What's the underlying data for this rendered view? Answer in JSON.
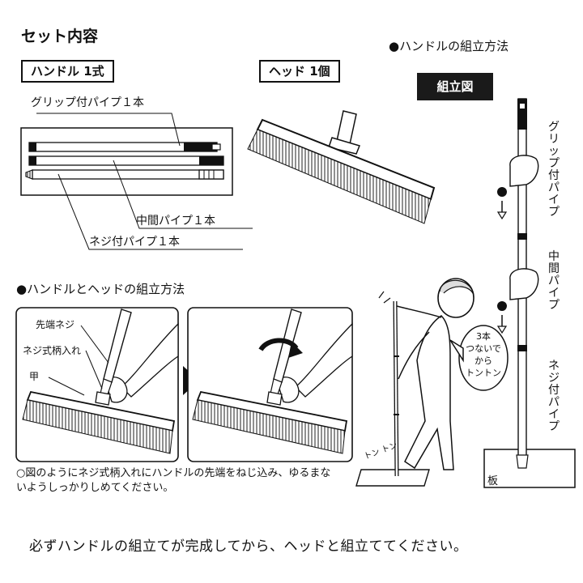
{
  "set": {
    "title": "セット内容",
    "handle_box": "ハンドル 1式",
    "head_box": "ヘッド 1個",
    "pipes": {
      "grip": "グリップ付パイプ１本",
      "middle": "中間パイプ１本",
      "screw": "ネジ付パイプ１本"
    }
  },
  "handle_assembly": {
    "title": "●ハンドルの組立方法",
    "badge": "組立図",
    "labels": {
      "grip": "グリップ付パイプ",
      "middle": "中間パイプ",
      "screw": "ネジ付パイプ",
      "board": "板"
    },
    "bubble": [
      "3本",
      "つないで",
      "から",
      "トントン"
    ],
    "sound": "トン トン"
  },
  "head_assembly": {
    "title": "●ハンドルとヘッドの組立方法",
    "labels": {
      "tip_screw": "先端ネジ",
      "socket": "ネジ式柄入れ",
      "back": "甲"
    },
    "note": "○図のようにネジ式柄入れにハンドルの先端をねじ込み、ゆるまないようしっかりしめてください。"
  },
  "footer": "必ずハンドルの組立てが完成してから、ヘッドと組立ててください。"
}
